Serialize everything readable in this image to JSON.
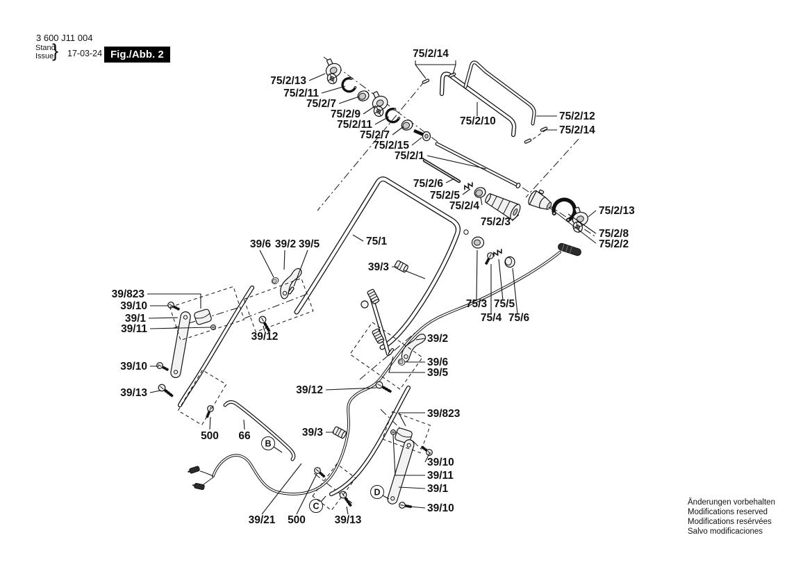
{
  "header": {
    "part_number": "3 600 J11 004",
    "stand_label": "Stand",
    "issue_label": "Issue",
    "brace": "}",
    "date": "17-03-24",
    "figure_label": "Fig./Abb. 2"
  },
  "footer": {
    "line1": "Änderungen vorbehalten",
    "line2": "Modifications reserved",
    "line3": "Modifications resérvées",
    "line4": "Salvo modificaciones"
  },
  "callouts": {
    "b": "B",
    "c": "C",
    "d": "D"
  },
  "labels": {
    "p75_2_14_top": "75/2/14",
    "p75_2_13_a": "75/2/13",
    "p75_2_11_a": "75/2/11",
    "p75_2_7_a": "75/2/7",
    "p75_2_9": "75/2/9",
    "p75_2_11_b": "75/2/11",
    "p75_2_7_b": "75/2/7",
    "p75_2_15": "75/2/15",
    "p75_2_1": "75/2/1",
    "p75_2_10": "75/2/10",
    "p75_2_12": "75/2/12",
    "p75_2_14_right": "75/2/14",
    "p75_2_6": "75/2/6",
    "p75_2_5": "75/2/5",
    "p75_2_4": "75/2/4",
    "p75_2_3": "75/2/3",
    "p75_2_13_b": "75/2/13",
    "p75_2_8": "75/2/8",
    "p75_2_2": "75/2/2",
    "p39_6_a": "39/6",
    "p39_2_a": "39/2",
    "p39_5_a": "39/5",
    "p75_1": "75/1",
    "p39_3_a": "39/3",
    "p75_3": "75/3",
    "p75_5": "75/5",
    "p75_4": "75/4",
    "p75_6": "75/6",
    "p39_823_a": "39/823",
    "p39_10_a": "39/10",
    "p39_1_a": "39/1",
    "p39_11_a": "39/11",
    "p39_12_a": "39/12",
    "p39_10_b": "39/10",
    "p39_13_a": "39/13",
    "p39_12_b": "39/12",
    "p39_2_b": "39/2",
    "p39_6_b": "39/6",
    "p39_5_b": "39/5",
    "p39_823_b": "39/823",
    "p500_a": "500",
    "p66": "66",
    "p39_3_b": "39/3",
    "p39_10_c": "39/10",
    "p39_11_b": "39/11",
    "p39_1_b": "39/1",
    "p39_10_d": "39/10",
    "p39_21": "39/21",
    "p500_b": "500",
    "p39_13_b": "39/13"
  }
}
